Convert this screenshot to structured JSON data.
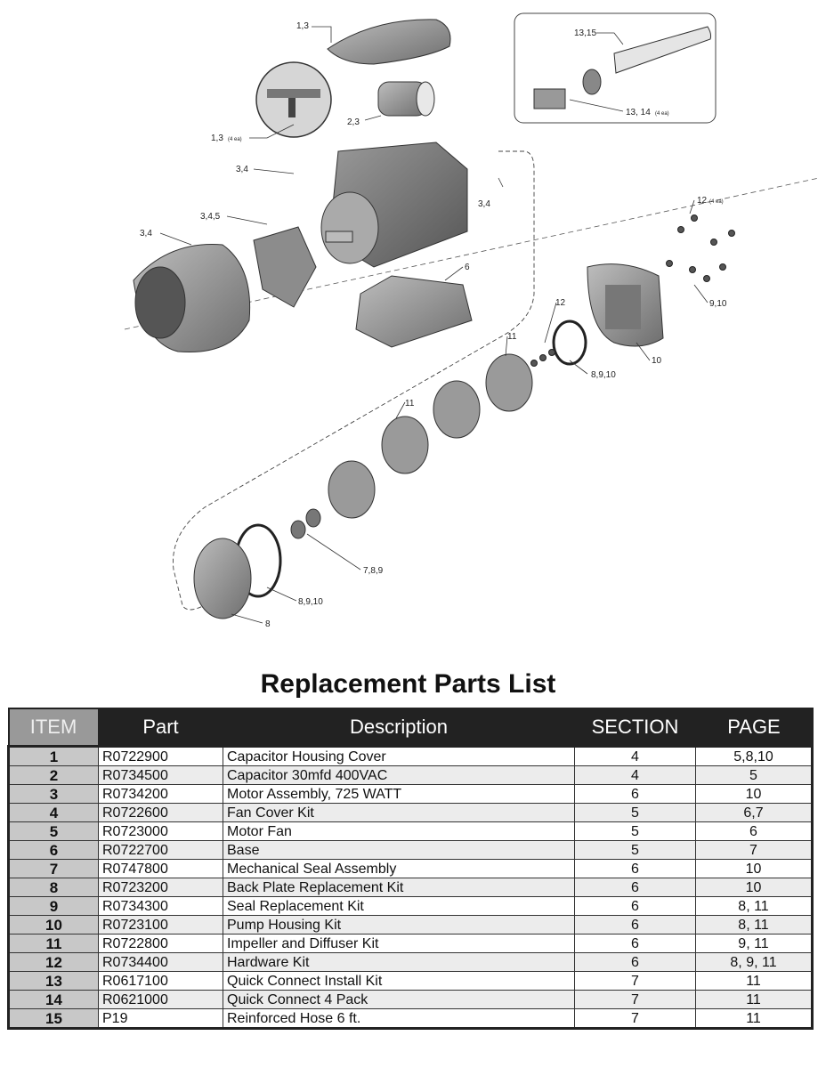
{
  "diagram": {
    "callouts": {
      "c1": "1,3",
      "c2": "1,3",
      "c2_note": "(4 ea)",
      "c3": "2,3",
      "c4": "3,4",
      "c5": "3,4",
      "c6": "3,4,5",
      "c7": "3,4",
      "c8": "6",
      "c9": "12",
      "c9_note": "(4 ea)",
      "c10": "9,10",
      "c11": "10",
      "c12": "12",
      "c13": "8,9,10",
      "c14": "11",
      "c15": "11",
      "c16": "7,8,9",
      "c17": "8,9,10",
      "c18": "8",
      "c19": "13,15",
      "c20": "13, 14",
      "c20_note": "(4 ea)"
    }
  },
  "title": "Replacement Parts List",
  "table": {
    "headers": {
      "item": "ITEM",
      "part": "Part",
      "description": "Description",
      "section": "SECTION",
      "page": "PAGE"
    },
    "rows": [
      {
        "item": "1",
        "part": "R0722900",
        "description": "Capacitor Housing Cover",
        "section": "4",
        "page": "5,8,10"
      },
      {
        "item": "2",
        "part": "R0734500",
        "description": "Capacitor 30mfd 400VAC",
        "section": "4",
        "page": "5"
      },
      {
        "item": "3",
        "part": "R0734200",
        "description": "Motor Assembly, 725 WATT",
        "section": "6",
        "page": "10"
      },
      {
        "item": "4",
        "part": "R0722600",
        "description": "Fan Cover Kit",
        "section": "5",
        "page": "6,7"
      },
      {
        "item": "5",
        "part": "R0723000",
        "description": "Motor Fan",
        "section": "5",
        "page": "6"
      },
      {
        "item": "6",
        "part": "R0722700",
        "description": "Base",
        "section": "5",
        "page": "7"
      },
      {
        "item": "7",
        "part": "R0747800",
        "description": "Mechanical Seal Assembly",
        "section": "6",
        "page": "10"
      },
      {
        "item": "8",
        "part": "R0723200",
        "description": "Back Plate Replacement Kit",
        "section": "6",
        "page": "10"
      },
      {
        "item": "9",
        "part": "R0734300",
        "description": "Seal Replacement Kit",
        "section": "6",
        "page": "8, 11"
      },
      {
        "item": "10",
        "part": "R0723100",
        "description": "Pump Housing Kit",
        "section": "6",
        "page": "8, 11"
      },
      {
        "item": "11",
        "part": "R0722800",
        "description": "Impeller and Diffuser Kit",
        "section": "6",
        "page": "9, 11"
      },
      {
        "item": "12",
        "part": "R0734400",
        "description": "Hardware Kit",
        "section": "6",
        "page": "8, 9, 11"
      },
      {
        "item": "13",
        "part": "R0617100",
        "description": "Quick Connect Install Kit",
        "section": "7",
        "page": "11"
      },
      {
        "item": "14",
        "part": "R0621000",
        "description": "Quick Connect 4 Pack",
        "section": "7",
        "page": "11"
      },
      {
        "item": "15",
        "part": "P19",
        "description": "Reinforced Hose 6 ft.",
        "section": "7",
        "page": "11"
      }
    ]
  }
}
